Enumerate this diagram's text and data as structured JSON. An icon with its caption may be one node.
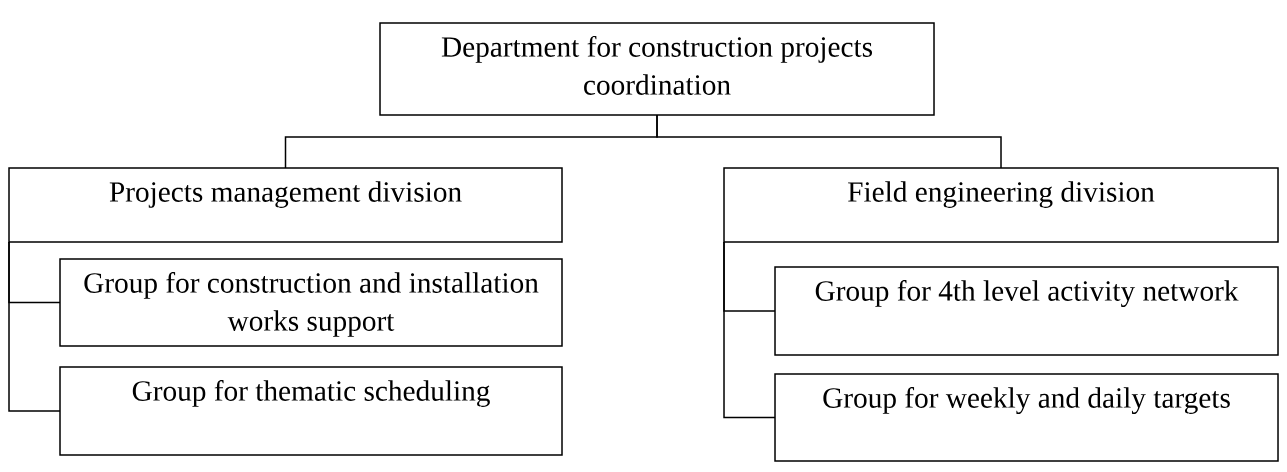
{
  "diagram": {
    "nodes": [
      {
        "text": [
          "Department for construction projects coordination"
        ]
      },
      {
        "text": [
          "Projects management division"
        ]
      },
      {
        "text": [
          "Group for construction and installation works support"
        ]
      },
      {
        "text": [
          "Group for thematic scheduling"
        ]
      },
      {
        "text": [
          "Field engineering division"
        ]
      },
      {
        "text": [
          "Group for 4th level activity network"
        ]
      },
      {
        "text": [
          "Group for weekly and daily targets"
        ]
      }
    ],
    "edges": [
      {
        "from": 0,
        "to": 1,
        "arrow": "none"
      },
      {
        "from": 0,
        "to": 4,
        "arrow": "none"
      },
      {
        "from": 1,
        "to": 2,
        "arrow": "none"
      },
      {
        "from": 1,
        "to": 3,
        "arrow": "none"
      },
      {
        "from": 4,
        "to": 5,
        "arrow": "none"
      },
      {
        "from": 4,
        "to": 6,
        "arrow": "none"
      }
    ]
  }
}
